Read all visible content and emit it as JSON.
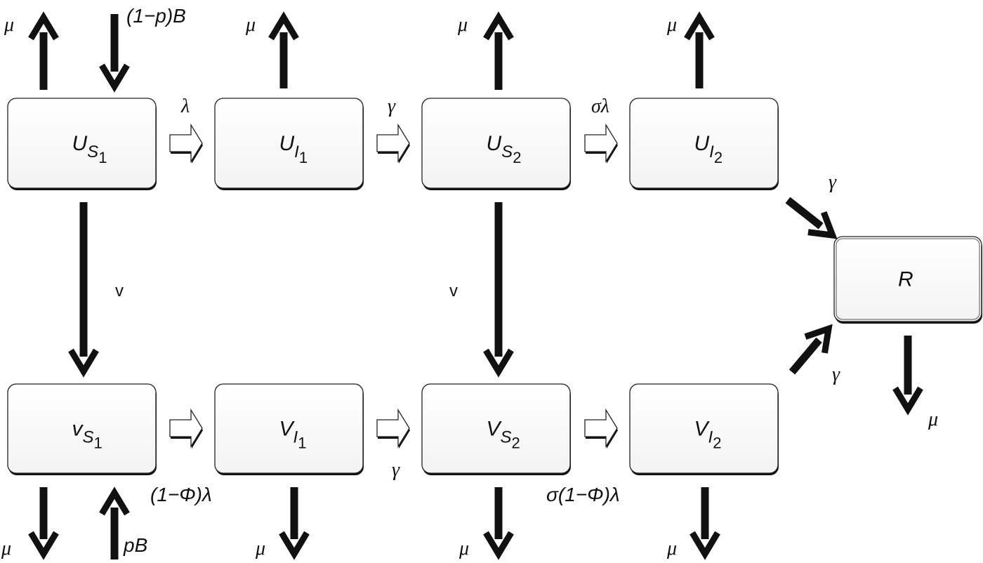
{
  "compartments": [
    {
      "id": "US1",
      "main": "U",
      "sub": "S",
      "subsub": "1"
    },
    {
      "id": "UI1",
      "main": "U",
      "sub": "I",
      "subsub": "1"
    },
    {
      "id": "US2",
      "main": "U",
      "sub": "S",
      "subsub": "2"
    },
    {
      "id": "UI2",
      "main": "U",
      "sub": "I",
      "subsub": "2"
    },
    {
      "id": "VS1",
      "main": "v",
      "sub": "S",
      "subsub": "1"
    },
    {
      "id": "VI1",
      "main": "V",
      "sub": "I",
      "subsub": "1"
    },
    {
      "id": "VS2",
      "main": "V",
      "sub": "S",
      "subsub": "2"
    },
    {
      "id": "VI2",
      "main": "V",
      "sub": "I",
      "subsub": "2"
    },
    {
      "id": "R",
      "main": "R",
      "sub": "",
      "subsub": ""
    }
  ],
  "rates": {
    "mu": "μ",
    "birth_unvacc": "(1−p)B",
    "birth_vacc": "pB",
    "lambda": "λ",
    "gamma": "γ",
    "sigma_lambda": "σλ",
    "vacc": "v",
    "vacc_lambda": "(1−Φ)λ",
    "sigma_vacc_lambda": "σ(1−Φ)λ"
  }
}
